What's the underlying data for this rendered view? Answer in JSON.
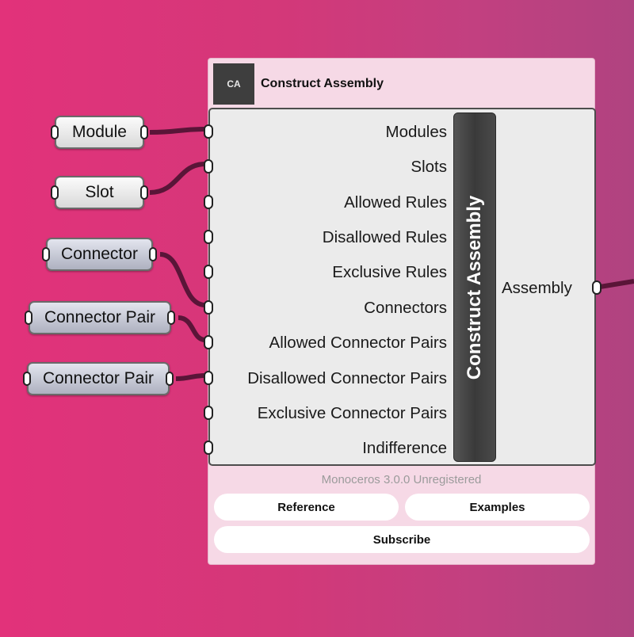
{
  "component": {
    "icon_text": "CA",
    "title": "Construct Assembly",
    "vertical_name": "Construct Assembly",
    "inputs": [
      "Modules",
      "Slots",
      "Allowed Rules",
      "Disallowed Rules",
      "Exclusive Rules",
      "Connectors",
      "Allowed Connector Pairs",
      "Disallowed Connector Pairs",
      "Exclusive Connector Pairs",
      "Indifference"
    ],
    "output": "Assembly",
    "footer_note": "Monoceros 3.0.0 Unregistered",
    "buttons": {
      "reference": "Reference",
      "examples": "Examples",
      "subscribe": "Subscribe"
    }
  },
  "params": [
    "Module",
    "Slot",
    "Connector",
    "Connector Pair",
    "Connector Pair"
  ],
  "colors": {
    "wire": "#5a1538",
    "background_left": "#e2327a",
    "background_right": "#b04380",
    "component_bg": "#f6d9e6"
  }
}
